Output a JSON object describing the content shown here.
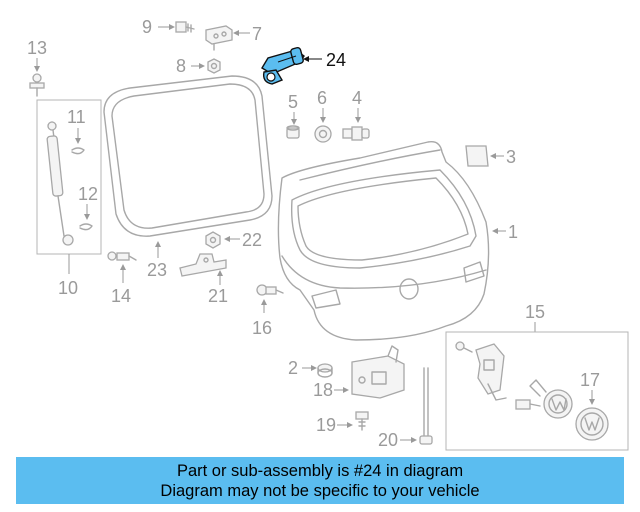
{
  "diagram": {
    "highlight_color": "#5bbdf0",
    "callouts": {
      "c1": "1",
      "c2": "2",
      "c3": "3",
      "c4": "4",
      "c5": "5",
      "c6": "6",
      "c7": "7",
      "c8": "8",
      "c9": "9",
      "c10": "10",
      "c11": "11",
      "c12": "12",
      "c13": "13",
      "c14": "14",
      "c15": "15",
      "c16": "16",
      "c17": "17",
      "c18": "18",
      "c19": "19",
      "c20": "20",
      "c21": "21",
      "c22": "22",
      "c23": "23",
      "c24": "24"
    },
    "highlighted_part": "24"
  },
  "banner": {
    "line1": "Part or sub-assembly is #24 in diagram",
    "line2": "Diagram may not be specific to your vehicle",
    "background": "#5bbdf0"
  }
}
